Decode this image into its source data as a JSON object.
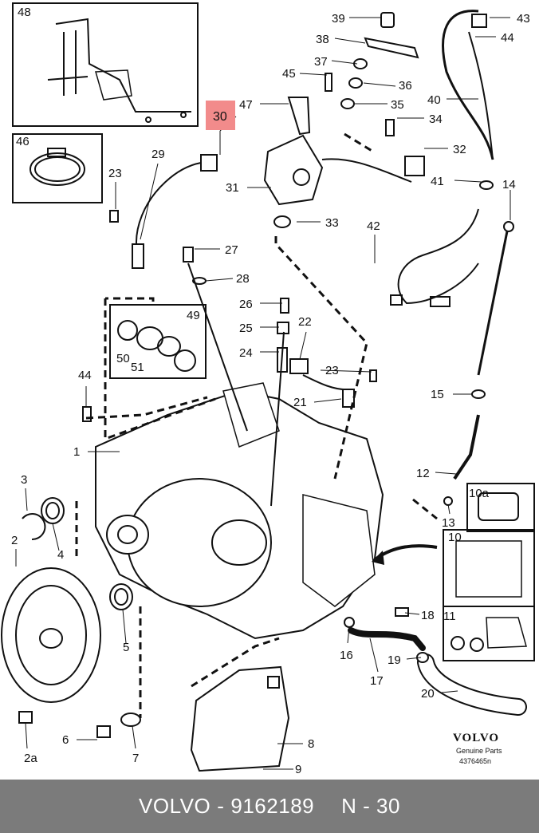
{
  "callouts": [
    {
      "id": "48",
      "text": "48"
    },
    {
      "id": "46",
      "text": "46"
    },
    {
      "id": "30",
      "text": "30"
    },
    {
      "id": "29",
      "text": "29"
    },
    {
      "id": "23a",
      "text": "23"
    },
    {
      "id": "31",
      "text": "31"
    },
    {
      "id": "27",
      "text": "27"
    },
    {
      "id": "28",
      "text": "28"
    },
    {
      "id": "26",
      "text": "26"
    },
    {
      "id": "25",
      "text": "25"
    },
    {
      "id": "24",
      "text": "24"
    },
    {
      "id": "22",
      "text": "22"
    },
    {
      "id": "23b",
      "text": "23"
    },
    {
      "id": "21",
      "text": "21"
    },
    {
      "id": "49",
      "text": "49"
    },
    {
      "id": "50",
      "text": "50"
    },
    {
      "id": "51",
      "text": "51"
    },
    {
      "id": "44a",
      "text": "44"
    },
    {
      "id": "1",
      "text": "1"
    },
    {
      "id": "3",
      "text": "3"
    },
    {
      "id": "2",
      "text": "2"
    },
    {
      "id": "4",
      "text": "4"
    },
    {
      "id": "5",
      "text": "5"
    },
    {
      "id": "6",
      "text": "6"
    },
    {
      "id": "7",
      "text": "7"
    },
    {
      "id": "2a",
      "text": "2a"
    },
    {
      "id": "8",
      "text": "8"
    },
    {
      "id": "9",
      "text": "9"
    },
    {
      "id": "39",
      "text": "39"
    },
    {
      "id": "38",
      "text": "38"
    },
    {
      "id": "37",
      "text": "37"
    },
    {
      "id": "45",
      "text": "45"
    },
    {
      "id": "36",
      "text": "36"
    },
    {
      "id": "47",
      "text": "47"
    },
    {
      "id": "35",
      "text": "35"
    },
    {
      "id": "34",
      "text": "34"
    },
    {
      "id": "32",
      "text": "32"
    },
    {
      "id": "33",
      "text": "33"
    },
    {
      "id": "42",
      "text": "42"
    },
    {
      "id": "43",
      "text": "43"
    },
    {
      "id": "44b",
      "text": "44"
    },
    {
      "id": "40",
      "text": "40"
    },
    {
      "id": "41",
      "text": "41"
    },
    {
      "id": "14",
      "text": "14"
    },
    {
      "id": "15",
      "text": "15"
    },
    {
      "id": "12",
      "text": "12"
    },
    {
      "id": "10a",
      "text": "10a"
    },
    {
      "id": "13",
      "text": "13"
    },
    {
      "id": "10",
      "text": "10"
    },
    {
      "id": "11",
      "text": "11"
    },
    {
      "id": "18",
      "text": "18"
    },
    {
      "id": "16",
      "text": "16"
    },
    {
      "id": "19",
      "text": "19"
    },
    {
      "id": "17",
      "text": "17"
    },
    {
      "id": "20",
      "text": "20"
    }
  ],
  "highlight": {
    "label": "30",
    "color": "#f28b8b"
  },
  "brand": {
    "name": "VOLVO",
    "tagline": "Genuine Parts",
    "code": "4376465n"
  },
  "footer": {
    "brand": "VOLVO",
    "dash": "-",
    "part_number": "9162189",
    "position": "N - 30",
    "background": "#7b7b7b"
  }
}
